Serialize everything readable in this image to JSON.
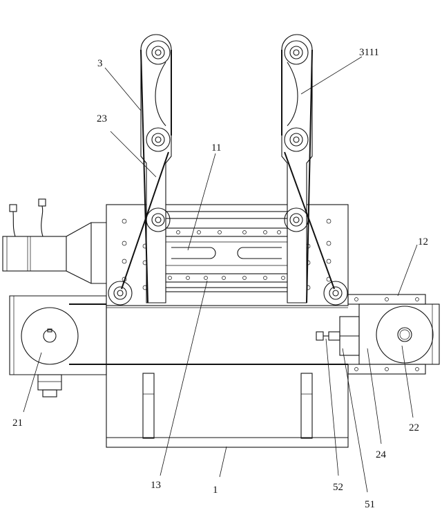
{
  "labels": {
    "l3": "3",
    "l3111": "3111",
    "l23": "23",
    "l11": "11",
    "l12": "12",
    "l21": "21",
    "l22": "22",
    "l24": "24",
    "l13": "13",
    "l1": "1",
    "l52": "52",
    "l51": "51"
  }
}
